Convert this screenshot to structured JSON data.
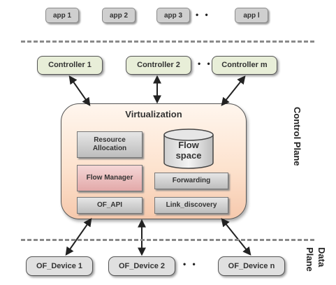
{
  "apps": [
    "app 1",
    "app 2",
    "app 3",
    "app l"
  ],
  "app_ellipsis": "• •",
  "controllers": [
    "Controller 1",
    "Controller 2",
    "Controller m"
  ],
  "controller_ellipsis": "• •",
  "virtualization": {
    "title": "Virtualization",
    "resource_allocation": "Resource Allocation",
    "flow_space": "Flow space",
    "flow_manager": "Flow Manager",
    "forwarding": "Forwarding",
    "of_api": "OF_API",
    "link_discovery": "Link_discovery"
  },
  "devices": [
    "OF_Device 1",
    "OF_Device 2",
    "OF_Device n"
  ],
  "device_ellipsis": "• •",
  "side_labels": {
    "control_plane": "Control Plane",
    "data_plane_1": "Data",
    "data_plane_2": "Plane"
  }
}
